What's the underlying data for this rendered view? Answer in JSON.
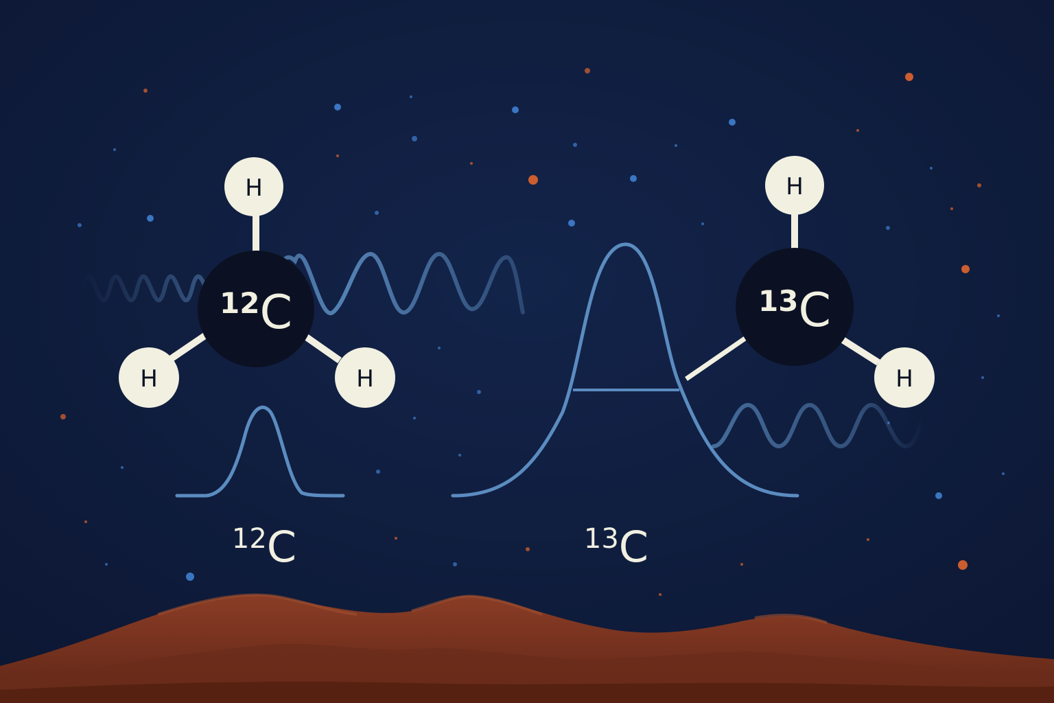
{
  "molecule_left": {
    "center_mass": "12",
    "center_symbol": "C",
    "hydrogens": [
      "H",
      "H",
      "H"
    ]
  },
  "molecule_right": {
    "center_mass": "13",
    "center_symbol": "C",
    "hydrogens": [
      "H",
      "H"
    ]
  },
  "labels": {
    "left_mass": "12",
    "left_symbol": "C",
    "right_mass": "13",
    "right_symbol": "C"
  },
  "colors": {
    "sky": "#0f1c3a",
    "curve": "#5b8cc0",
    "atom_dark": "#0b1122",
    "hydrogen": "#f1f0e1",
    "label": "#f1f0e1",
    "terrain": "#7a3522",
    "star_blue": "#3f7fd0",
    "star_orange": "#e0652e"
  }
}
